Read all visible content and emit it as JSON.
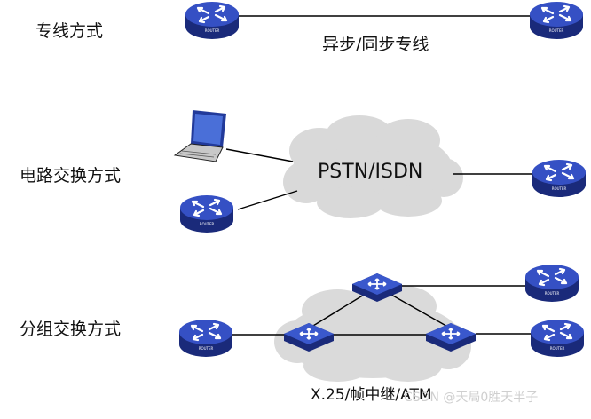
{
  "sections": {
    "leased": {
      "label": "专线方式",
      "link_label": "异步/同步专线"
    },
    "circuit": {
      "label": "电路交换方式",
      "cloud_label": "PSTN/ISDN"
    },
    "packet": {
      "label": "分组交换方式",
      "cloud_label": "X.25/帧中继/ATM"
    }
  },
  "device_caption": "ROUTER",
  "watermark": "CSDN @天局0胜天半子",
  "colors": {
    "router_blue": "#2f47b5",
    "router_dark": "#1a2a7a",
    "cloud": "#d8d8d8",
    "line": "#000000"
  }
}
